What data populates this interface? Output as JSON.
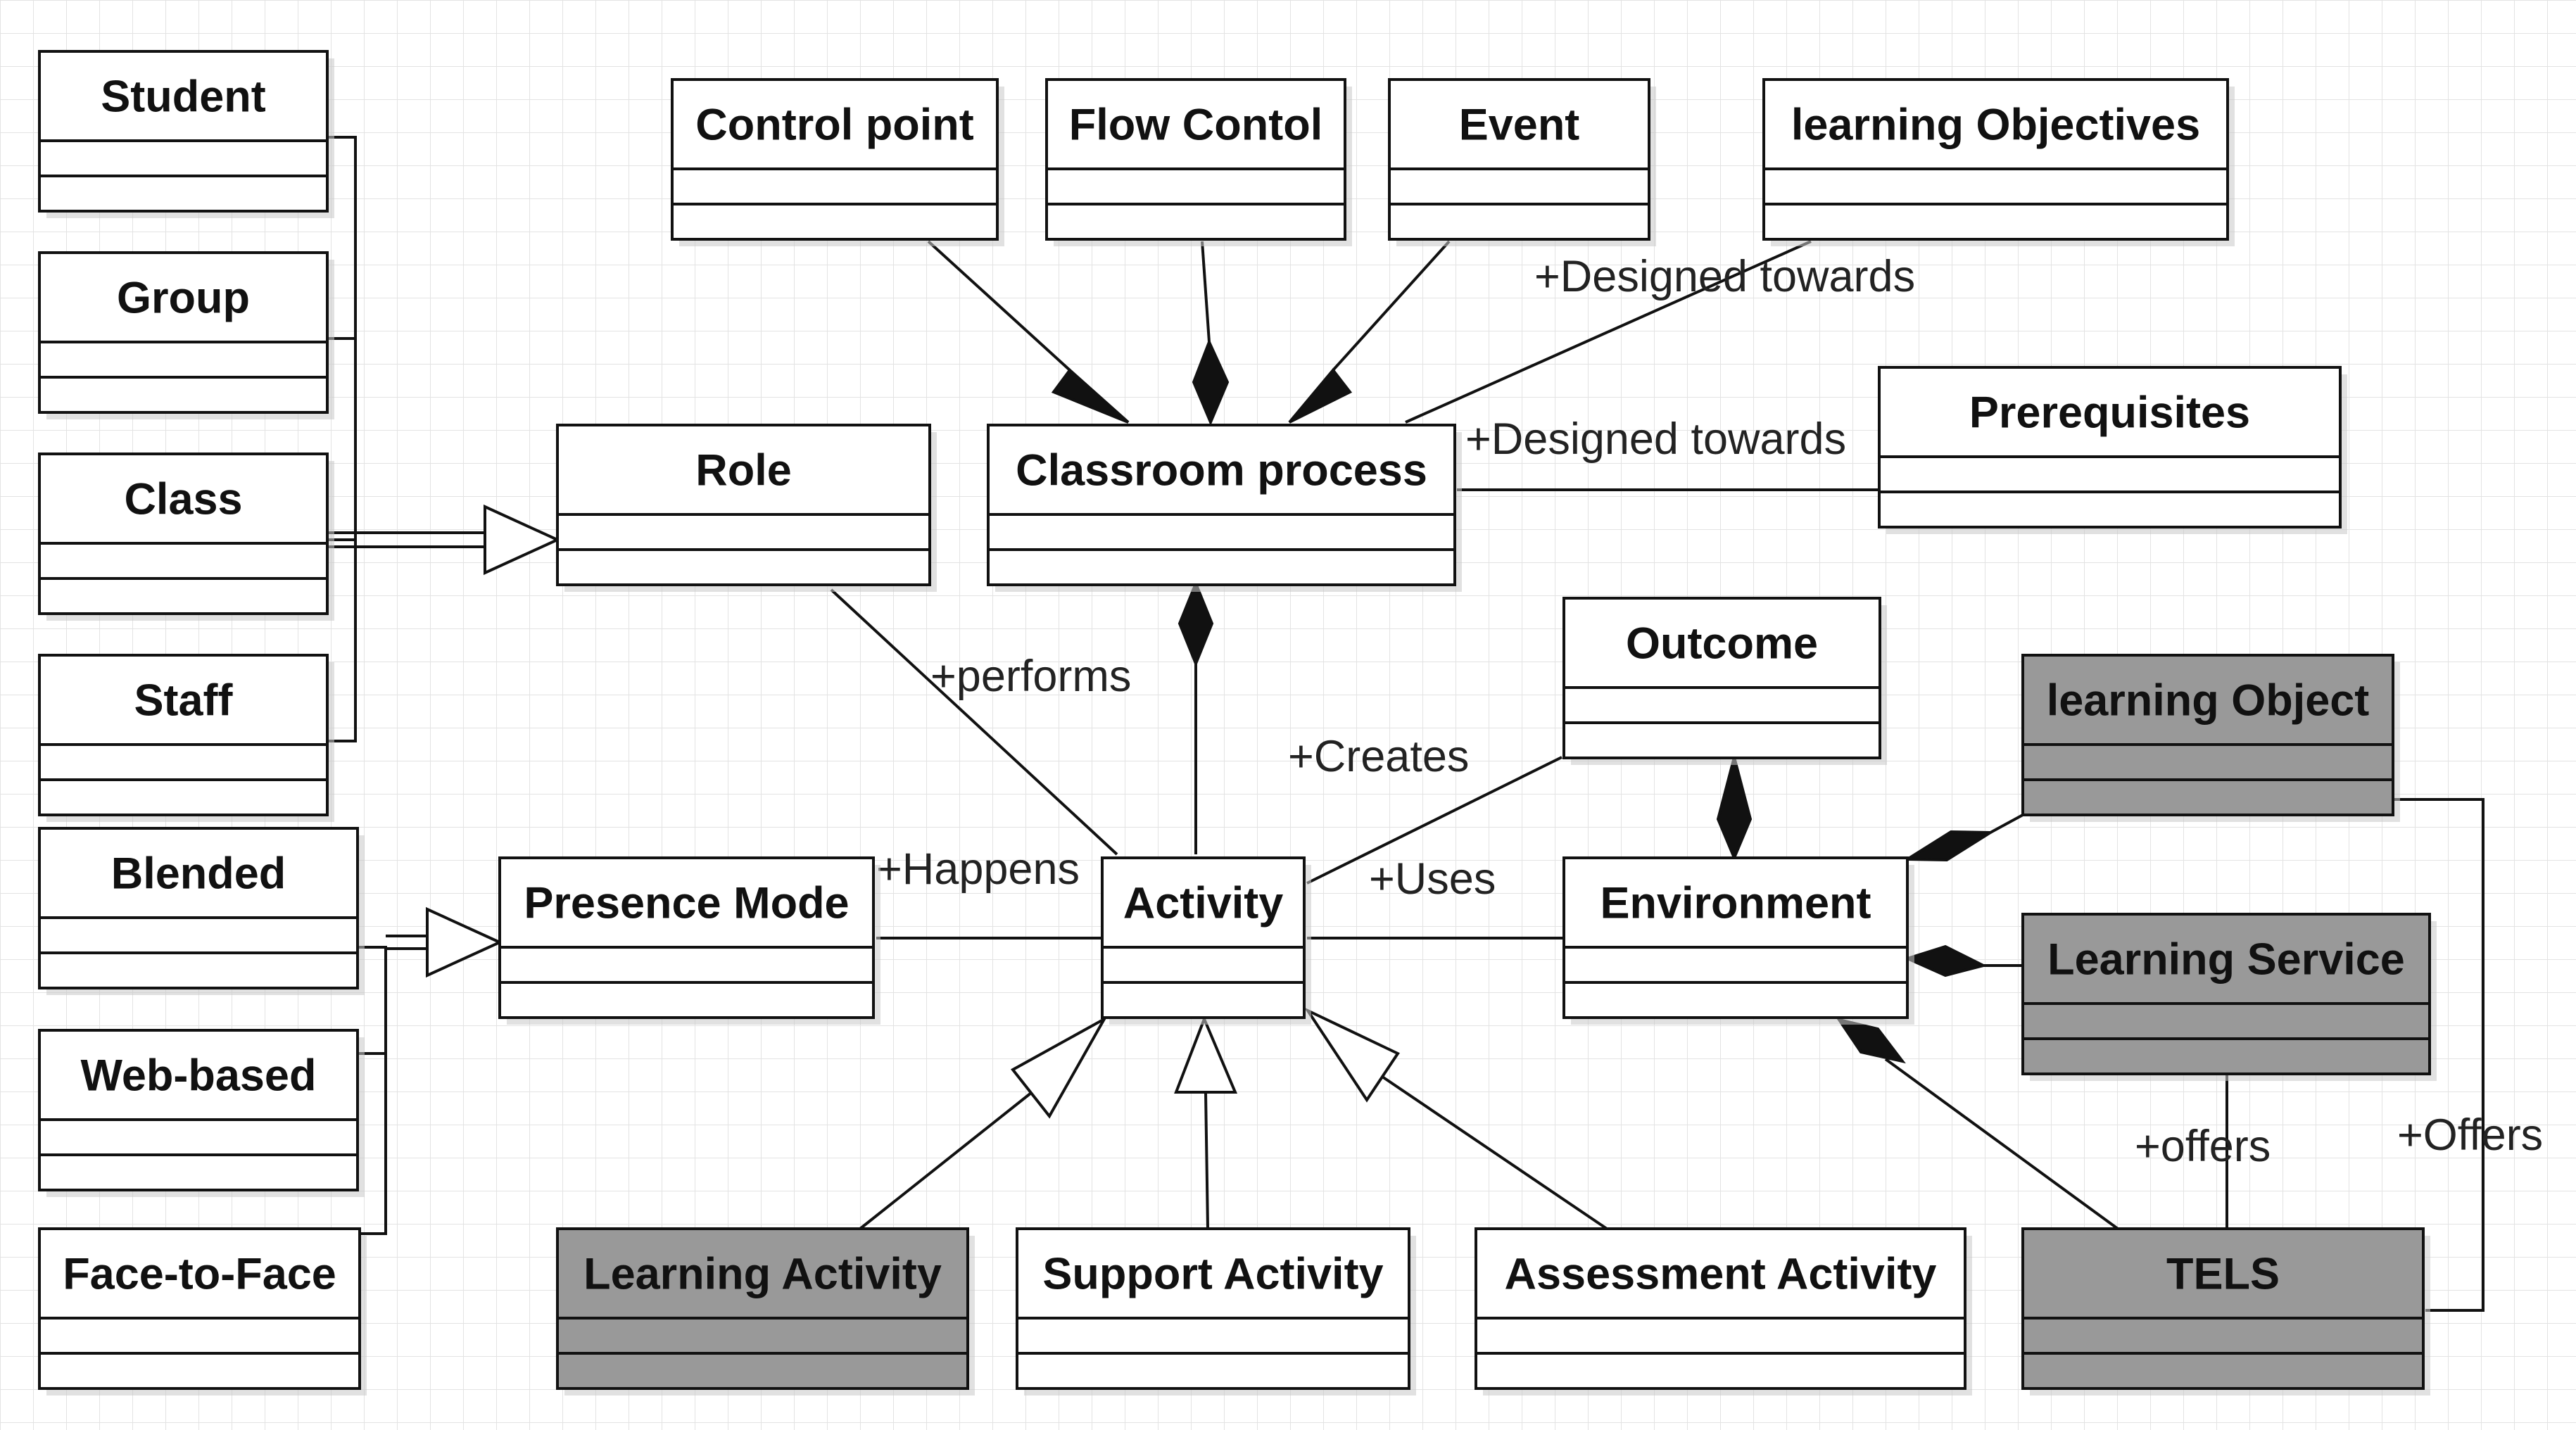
{
  "colors": {
    "box_fill": "#ffffff",
    "box_fill_dark": "#999999",
    "line": "#111111",
    "grid": "#e3e3e3",
    "shadow": "#c8c8c8"
  },
  "classes": {
    "student": "Student",
    "group": "Group",
    "class": "Class",
    "staff": "Staff",
    "blended": "Blended",
    "web_based": "Web-based",
    "face_to_face": "Face-to-Face",
    "control_point": "Control point",
    "flow_control": "Flow Contol",
    "event": "Event",
    "learning_objectives": "learning Objectives",
    "prerequisites": "Prerequisites",
    "role": "Role",
    "classroom_process": "Classroom process",
    "outcome": "Outcome",
    "learning_object": "learning Object",
    "presence_mode": "Presence Mode",
    "activity": "Activity",
    "environment": "Environment",
    "learning_service": "Learning Service",
    "learning_activity": "Learning Activity",
    "support_activity": "Support Activity",
    "assessment_activity": "Assessment Activity",
    "tels": "TELS"
  },
  "labels": {
    "designed_towards_objectives": "+Designed towards",
    "designed_towards_prereq": "+Designed towards",
    "performs": "+performs",
    "creates": "+Creates",
    "happens": "+Happens",
    "uses": "+Uses",
    "offers_lower": "+offers",
    "offers_upper": "+Offers"
  }
}
